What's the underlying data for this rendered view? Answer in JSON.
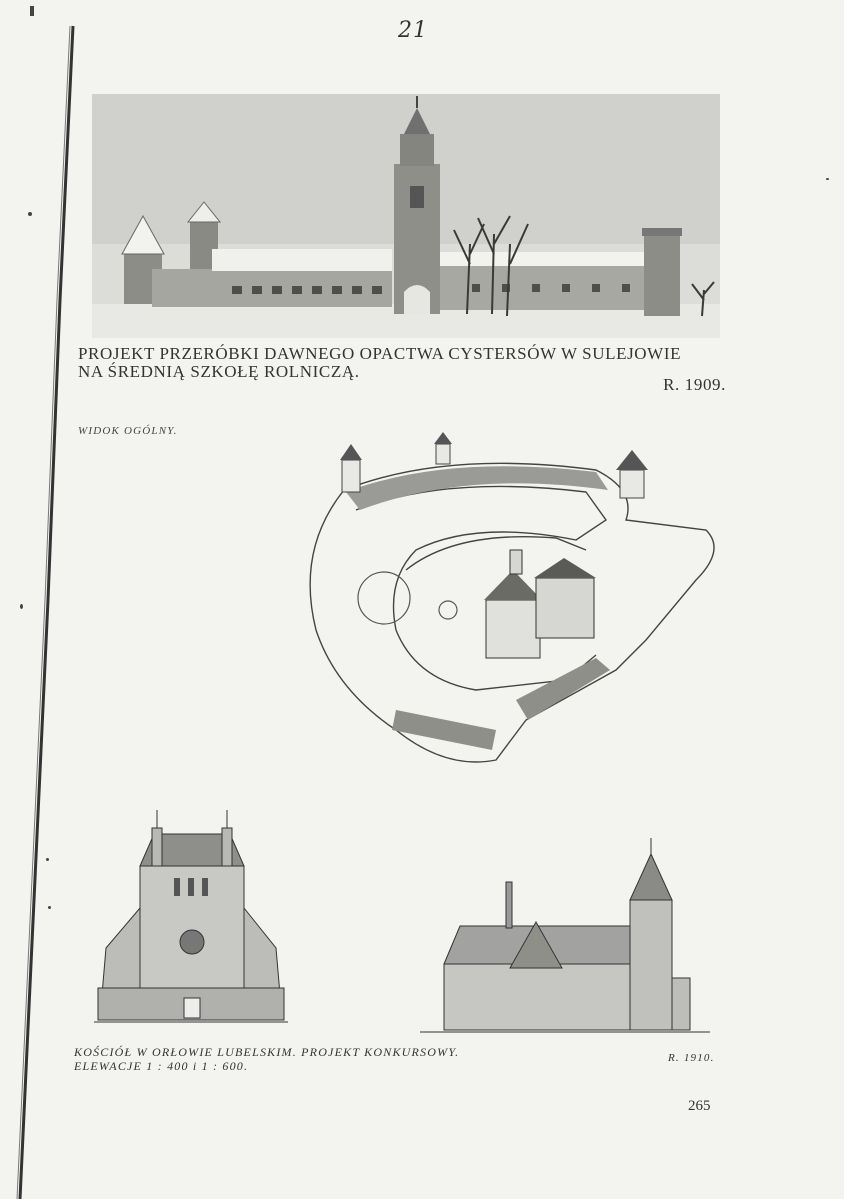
{
  "page": {
    "handwritten_number": "21",
    "page_number": "265"
  },
  "top_plate": {
    "image_name": "sulejow-abbey-tinted-view",
    "caption_line1": "PROJEKT PRZERÓBKI DAWNEGO OPACTWA CYSTERSÓW W SULEJOWIE",
    "caption_line2": "NA ŚREDNIĄ SZKOŁĘ ROLNICZĄ.",
    "caption_year": "R. 1909."
  },
  "middle_plate": {
    "label": "WIDOK OGÓLNY.",
    "image_name": "sulejow-aerial-general-view"
  },
  "bottom_plate": {
    "left_image_name": "orlow-church-front-elevation",
    "right_image_name": "orlow-church-side-elevation",
    "caption_line1": "KOŚCIÓŁ W ORŁOWIE LUBELSKIM. PROJEKT KONKURSOWY.",
    "caption_line2": "ELEWACJE 1 : 400 i 1 : 600.",
    "caption_year": "R. 1910."
  },
  "colors": {
    "paper": "#f3f3f0",
    "ink": "#2b2b2b",
    "photo_bg": "#dcdcd8"
  }
}
